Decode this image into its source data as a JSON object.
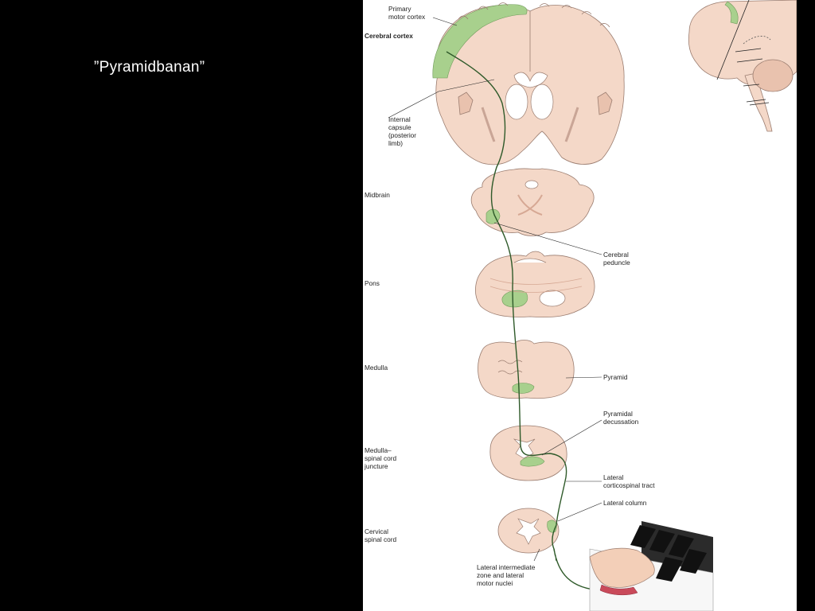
{
  "slide": {
    "title": "”Pyramidbanan”"
  },
  "diagram": {
    "labels": {
      "primary_motor_cortex": [
        "Primary",
        "motor cortex"
      ],
      "cerebral_cortex": "Cerebral cortex",
      "internal_capsule": [
        "Internal",
        "capsule",
        "(posterior",
        "limb)"
      ],
      "midbrain": "Midbrain",
      "cerebral_peduncle": [
        "Cerebral",
        "peduncle"
      ],
      "pons": "Pons",
      "medulla": "Medulla",
      "pyramid": "Pyramid",
      "pyramidal_decussation": [
        "Pyramidal",
        "decussation"
      ],
      "medulla_spinal_cord_juncture": [
        "Medulla–",
        "spinal cord",
        "juncture"
      ],
      "lateral_corticospinal_tract": [
        "Lateral",
        "corticospinal tract"
      ],
      "lateral_column": "Lateral column",
      "cervical_spinal_cord": [
        "Cervical",
        "spinal cord"
      ],
      "lateral_intermediate_zone": [
        "Lateral intermediate",
        "zone and lateral",
        "motor nuclei"
      ]
    },
    "colors": {
      "tract": "#2f5a2a",
      "motor_area": "#a8d08d",
      "tissue": "#f4d8c8",
      "background": "#000000",
      "figure_background": "#ffffff"
    }
  }
}
